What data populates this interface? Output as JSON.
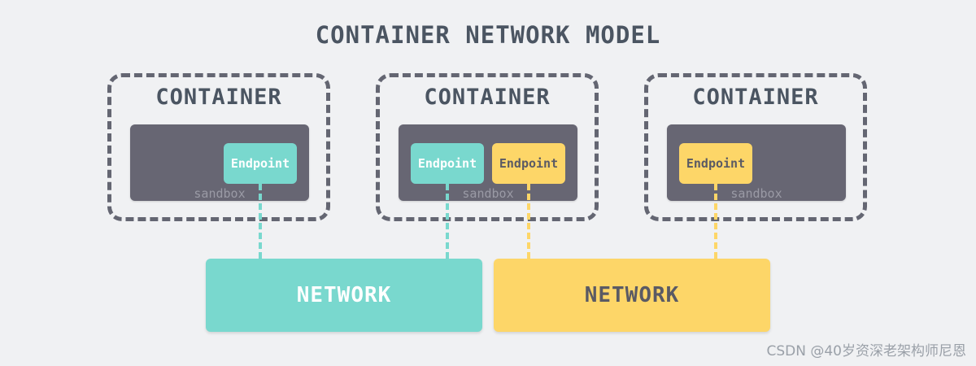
{
  "title": "CONTAINER NETWORK MODEL",
  "containers": [
    {
      "label": "CONTAINER",
      "sandbox_label": "sandbox",
      "endpoints": [
        "Endpoint"
      ]
    },
    {
      "label": "CONTAINER",
      "sandbox_label": "sandbox",
      "endpoints": [
        "Endpoint",
        "Endpoint"
      ]
    },
    {
      "label": "CONTAINER",
      "sandbox_label": "sandbox",
      "endpoints": [
        "Endpoint"
      ]
    }
  ],
  "networks": [
    {
      "label": "NETWORK",
      "color": "#79d8ce"
    },
    {
      "label": "NETWORK",
      "color": "#fdd668"
    }
  ],
  "colors": {
    "teal": "#79d8ce",
    "yellow": "#fdd668",
    "sandbox": "#676673",
    "border": "#646672",
    "background": "#f0f1f3"
  },
  "watermark": "CSDN @40岁资深老架构师尼恩"
}
